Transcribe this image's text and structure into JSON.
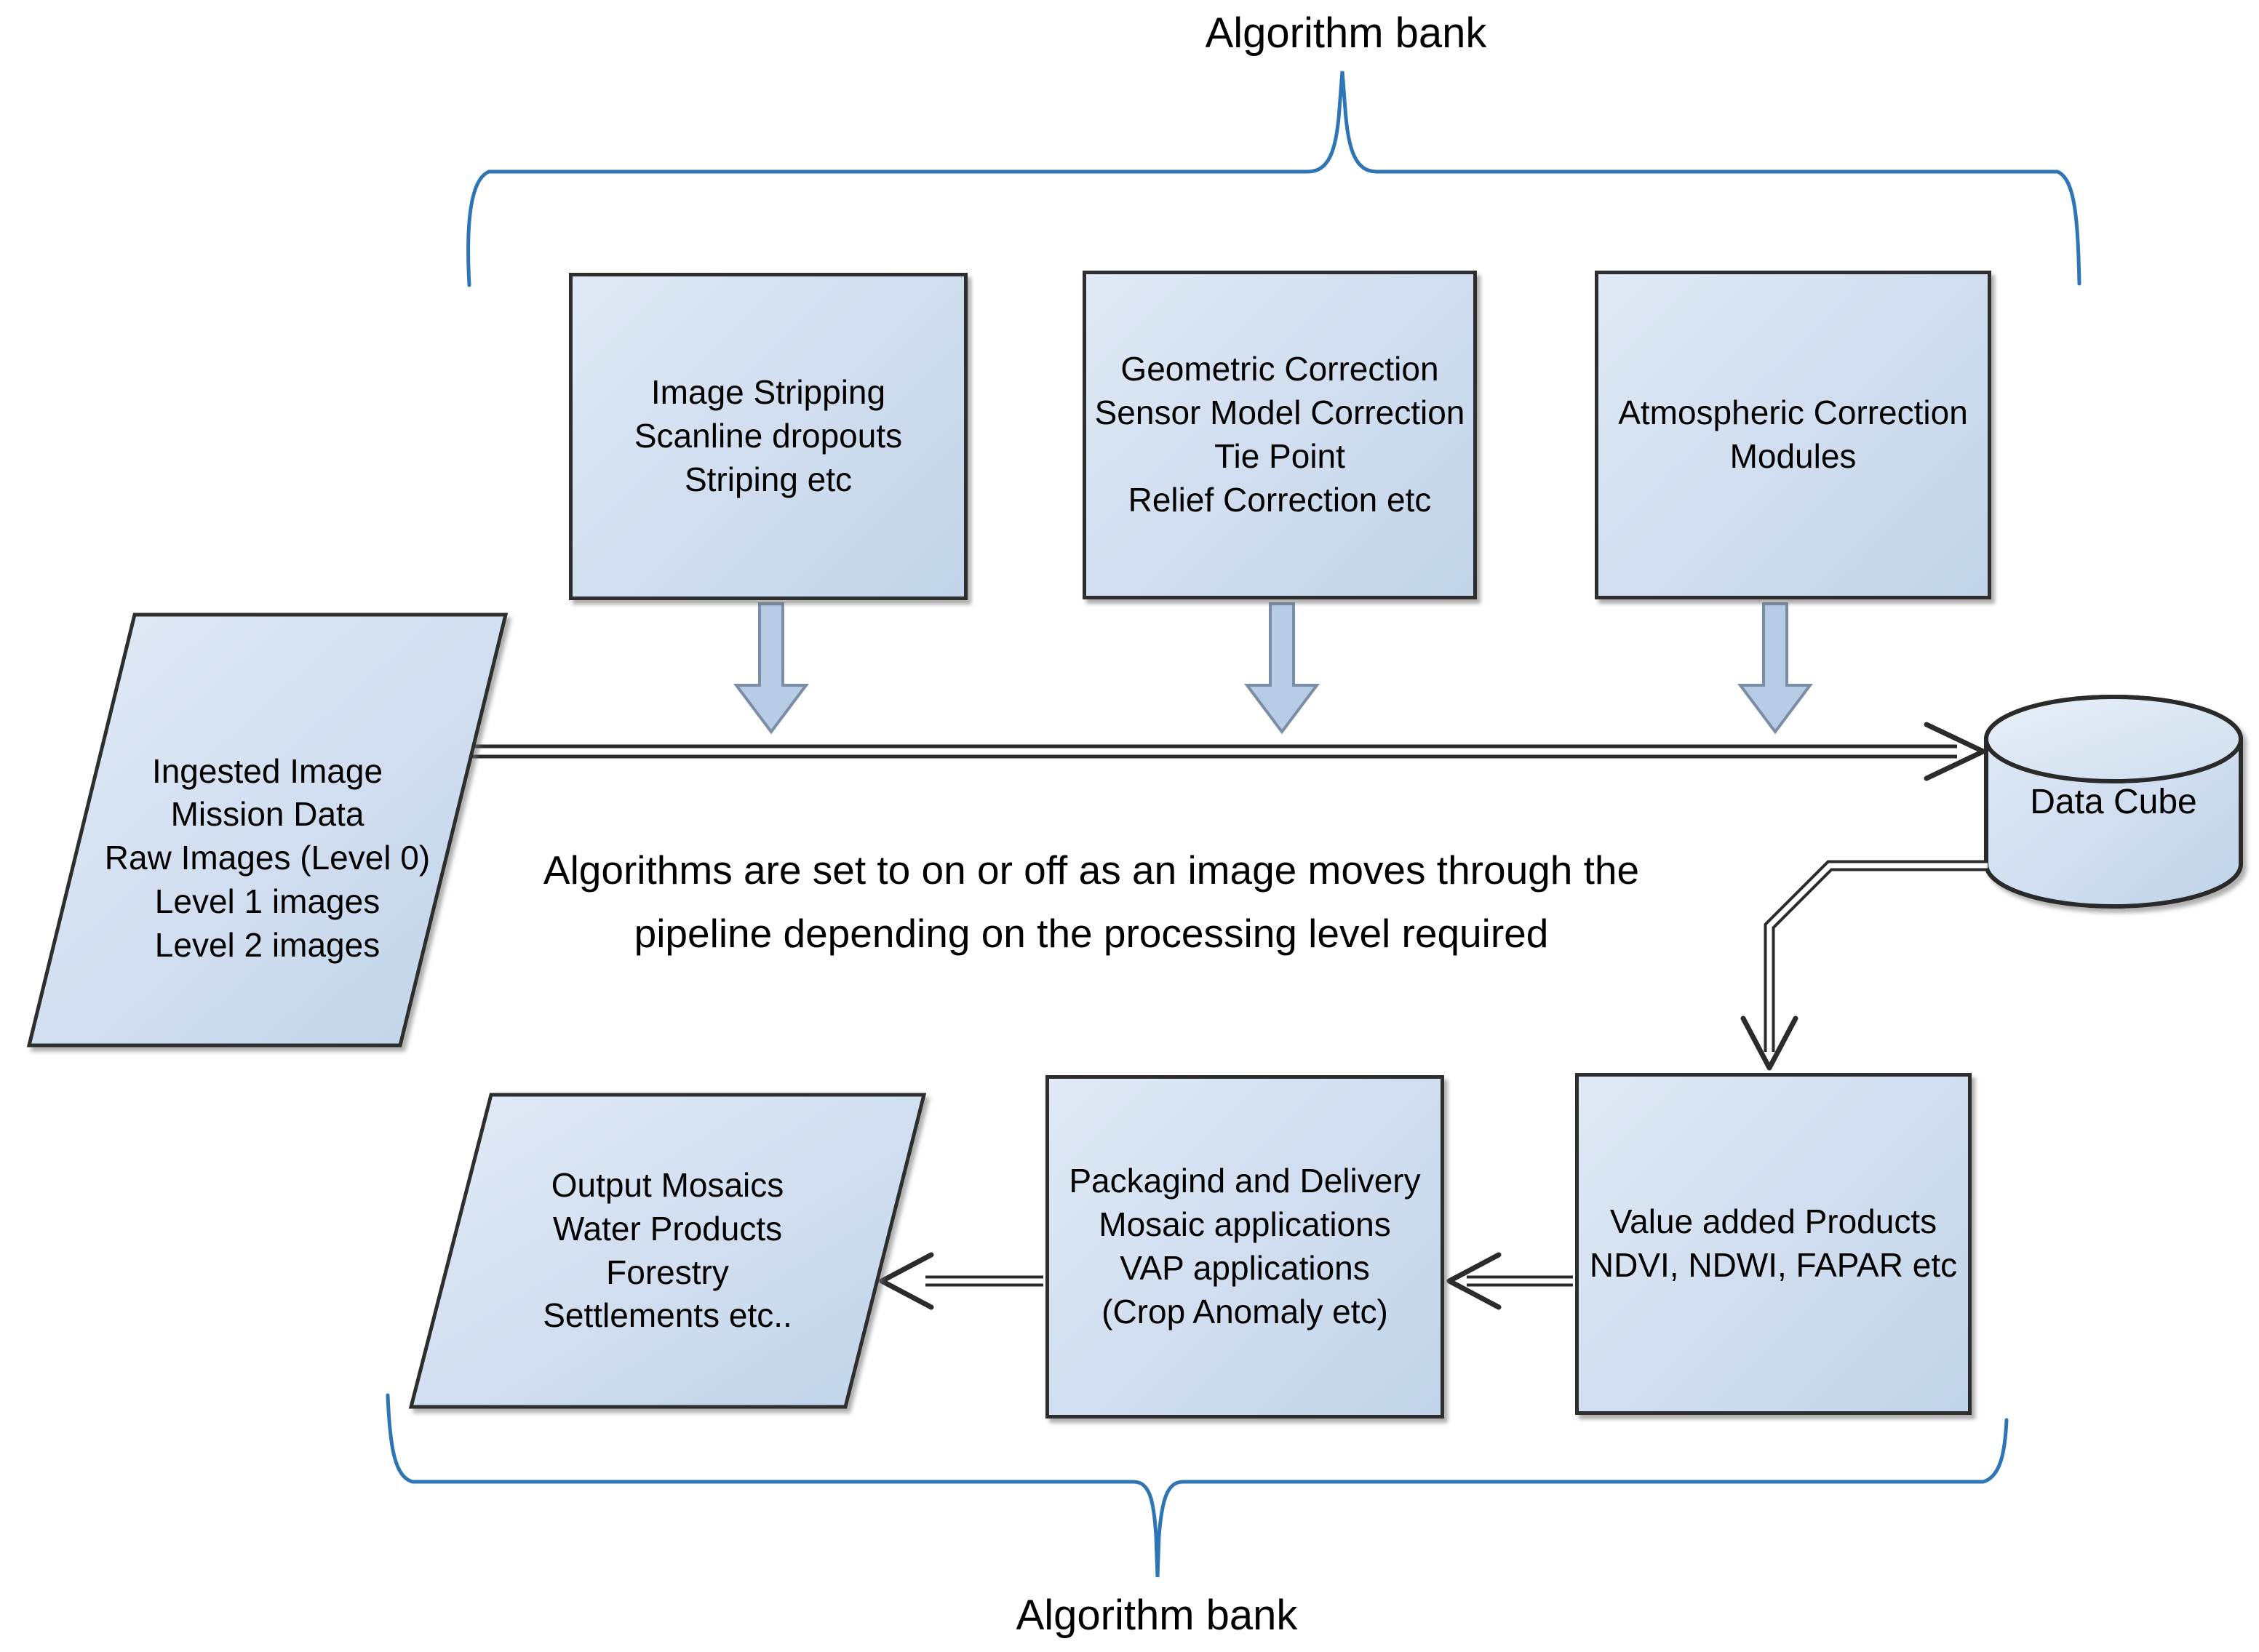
{
  "titles": {
    "top_bank": "Algorithm bank",
    "bottom_bank": "Algorithm bank"
  },
  "note": {
    "lines": [
      "Algorithms are set to on or off as an image moves through the",
      "pipeline depending on the processing level required"
    ]
  },
  "nodes": {
    "input_parallelogram": {
      "lines": [
        "Ingested Image",
        "Mission Data",
        "Raw Images (Level 0)",
        "Level 1 images",
        "Level 2 images"
      ]
    },
    "image_stripping_box": {
      "lines": [
        "Image Stripping",
        "Scanline dropouts",
        "Striping etc"
      ]
    },
    "geometric_correction_box": {
      "lines": [
        "Geometric Correction",
        "Sensor Model Correction",
        "Tie Point",
        "Relief Correction etc"
      ]
    },
    "atmospheric_correction_box": {
      "lines": [
        "Atmospheric Correction",
        "Modules"
      ]
    },
    "data_cube": {
      "label": "Data Cube"
    },
    "value_added_box": {
      "lines": [
        "Value added Products",
        "NDVI, NDWI, FAPAR etc"
      ]
    },
    "packaging_box": {
      "lines": [
        "Packagind and Delivery",
        "Mosaic applications",
        "VAP applications",
        "(Crop Anomaly etc)"
      ]
    },
    "output_parallelogram": {
      "lines": [
        "Output Mosaics",
        "Water Products",
        "Forestry",
        "Settlements etc.."
      ]
    }
  },
  "colors": {
    "brace_blue": "#2e75b6",
    "shape_border": "#2e2e2e",
    "shape_fill_light": "#e0e9f5",
    "shape_fill_dark": "#c2d4e9",
    "block_arrow_fill": "#b7cde6",
    "block_arrow_border": "#7c8ea6",
    "connector_dark": "#2b2b2b",
    "text": "#000000",
    "background": "#ffffff"
  }
}
